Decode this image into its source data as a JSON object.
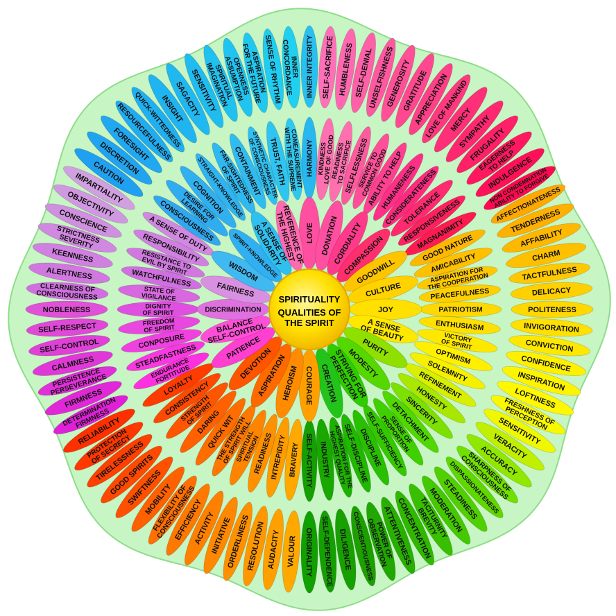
{
  "center": {
    "line1": "SPIRITUALITY",
    "line2": "QUALITIES OF",
    "line3": "THE SPIRIT"
  },
  "colors": {
    "background": "#c8f5c4",
    "center": "#fde300",
    "border": "#7fd67a"
  },
  "rings": {
    "inner": [
      {
        "label": "LOVE",
        "color": "#ff4fa0"
      },
      {
        "label": "DONATION",
        "color": "#ff4fa0"
      },
      {
        "label": "CORDIALITY",
        "color": "#ff3a8a"
      },
      {
        "label": "COMPASSION",
        "color": "#ff2f6e"
      },
      {
        "label": "GOODWILL",
        "color": "#ffc400"
      },
      {
        "label": "CULTURE",
        "color": "#ffd200"
      },
      {
        "label": "JOY",
        "color": "#ffe000"
      },
      {
        "label": "A SENSE OF BEAUTY",
        "color": "#ffe800"
      },
      {
        "label": "PURITY",
        "color": "#8fe000"
      },
      {
        "label": "MODESTY",
        "color": "#55d800"
      },
      {
        "label": "STRIVING FOR PERFECTION",
        "color": "#2ecc00"
      },
      {
        "label": "CREATION",
        "color": "#22c41a"
      },
      {
        "label": "COURAGE",
        "color": "#ffa000"
      },
      {
        "label": "HEROISM",
        "color": "#ff8c00"
      },
      {
        "label": "ASPIRATION",
        "color": "#ff6a00"
      },
      {
        "label": "DEVOTION",
        "color": "#ff5500"
      },
      {
        "label": "PATIENCE",
        "color": "#ff3fd0"
      },
      {
        "label": "BALANCE SELF-CONTROL",
        "color": "#ff4fd8"
      },
      {
        "label": "DISCRIMINATION",
        "color": "#e070e0"
      },
      {
        "label": "FAIRNESS",
        "color": "#d890e0"
      },
      {
        "label": "WISDOM",
        "color": "#40b8f0"
      },
      {
        "label": "SPIRIT-KNOWLEDGE",
        "color": "#30b0f0"
      },
      {
        "label": "A SENSE OF SOLIDARITY",
        "color": "#30c0f0"
      },
      {
        "label": "REVERENCE OF THE HIGHEST",
        "color": "#ff6ab0"
      }
    ],
    "middle": [
      {
        "label": "HARMONY",
        "color": "#28b8f0"
      },
      {
        "label": "KINDNESS LOVE OF GOOD",
        "color": "#ff70b0"
      },
      {
        "label": "READINESS TO SACRIFICE",
        "color": "#ff70b0"
      },
      {
        "label": "SELFLESSNESS",
        "color": "#ff5aa0"
      },
      {
        "label": "SERVICE TO COMMON GOOD",
        "color": "#ff4f98"
      },
      {
        "label": "ABILITY TO HELP",
        "color": "#ff3f90"
      },
      {
        "label": "HUMANENESS",
        "color": "#ff2f88"
      },
      {
        "label": "CONSIDERATENESS",
        "color": "#ff2a80"
      },
      {
        "label": "TOLERANCE",
        "color": "#ff2a70"
      },
      {
        "label": "RESPONSIVENESS",
        "color": "#ff2060"
      },
      {
        "label": "MAGNANIMITY",
        "color": "#ff1a50"
      },
      {
        "label": "GOOD NATURE",
        "color": "#ffb800"
      },
      {
        "label": "AMICABILITY",
        "color": "#ffc000"
      },
      {
        "label": "ASPIRATION FOR THE COOPERATION",
        "color": "#ffc800"
      },
      {
        "label": "PEACEFULNESS",
        "color": "#ffd000"
      },
      {
        "label": "PATRIOTISM",
        "color": "#ffd800"
      },
      {
        "label": "ENTHUSIASM",
        "color": "#ffe000"
      },
      {
        "label": "VICTORY OF SPIRIT",
        "color": "#ffe800"
      },
      {
        "label": "OPTIMISM",
        "color": "#fff000"
      },
      {
        "label": "SOLEMNITY",
        "color": "#f4f000"
      },
      {
        "label": "REFINEMENT",
        "color": "#d8f000"
      },
      {
        "label": "HONESTY",
        "color": "#a8e800"
      },
      {
        "label": "SINCERITY",
        "color": "#7ce000"
      },
      {
        "label": "DETACHMENT",
        "color": "#50d800"
      },
      {
        "label": "SENSE OF PROPORTION",
        "color": "#40d000"
      },
      {
        "label": "SELF-SUFFICIENCY",
        "color": "#34c800"
      },
      {
        "label": "DISCIPLINE",
        "color": "#28c000"
      },
      {
        "label": "SELF-DISCIPLINE",
        "color": "#20b800"
      },
      {
        "label": "ASPIRATION FOR THE HIGHEST QUALITY",
        "color": "#1cb000"
      },
      {
        "label": "INDUSTRY",
        "color": "#18a800"
      },
      {
        "label": "SELF-ACTIVITY",
        "color": "#14a000"
      },
      {
        "label": "BRAVERY",
        "color": "#ffa800"
      },
      {
        "label": "INTREPIDITY",
        "color": "#ff9c00"
      },
      {
        "label": "READINESS",
        "color": "#ff9000"
      },
      {
        "label": "SPIRITUAL TENSION",
        "color": "#ff8400"
      },
      {
        "label": "THE STRENGTH OF SPIRIT WILL",
        "color": "#ff7800"
      },
      {
        "label": "QUICK WIT",
        "color": "#ff6c00"
      },
      {
        "label": "DARING",
        "color": "#ff6000"
      },
      {
        "label": "STRENGTH OF SPIRIT",
        "color": "#ff5400"
      },
      {
        "label": "CONSISTENCY",
        "color": "#ff4800"
      },
      {
        "label": "LOYALTY",
        "color": "#ff3c00"
      },
      {
        "label": "ENDURANCE FORTITUDE",
        "color": "#ff30e0"
      },
      {
        "label": "STEADFASTNESS",
        "color": "#f838e0"
      },
      {
        "label": "CONPOSURE",
        "color": "#f040e0"
      },
      {
        "label": "FREEDOM OF SPIRIT",
        "color": "#e848e0"
      },
      {
        "label": "DIGNITY OF SPIRIT",
        "color": "#e050e0"
      },
      {
        "label": "STATE OF VIGILANCE",
        "color": "#d868e0"
      },
      {
        "label": "WATCHFULNESS",
        "color": "#d070e0"
      },
      {
        "label": "RESISTANCE TO EVIL BY SPIRIT",
        "color": "#d078e0"
      },
      {
        "label": "RESPONSIBILITY",
        "color": "#d080e0"
      },
      {
        "label": "A SENSE OF DUTY",
        "color": "#d088e0"
      },
      {
        "label": "CONSCIOUSNESS",
        "color": "#30a8f0"
      },
      {
        "label": "DESIRE FOR LEARNING",
        "color": "#30acf0"
      },
      {
        "label": "COGNITION",
        "color": "#30b0f0"
      },
      {
        "label": "STRAIGHT-KNOWLEDGE",
        "color": "#30b4f0"
      },
      {
        "label": "FAR-SIGHTEDNESS OF SPIRIT",
        "color": "#30b8f0"
      },
      {
        "label": "CONTAINMENT",
        "color": "#30bcf0"
      },
      {
        "label": "SYNTHETIC CHARACTER OF CONSCIOUSNESS",
        "color": "#30c0f0"
      },
      {
        "label": "TRUST, FAITH",
        "color": "#30c4f0"
      },
      {
        "label": "COMEASUREMENT WITH THE SUPREME",
        "color": "#30c8f0"
      }
    ],
    "outer": [
      {
        "label": "INNER INTEGRITY",
        "color": "#28c0f0"
      },
      {
        "label": "SELF-SACRIFICE",
        "color": "#ff70b8"
      },
      {
        "label": "HUMBLENESS",
        "color": "#ff68b0"
      },
      {
        "label": "SELF-DENIAL",
        "color": "#ff60a8"
      },
      {
        "label": "UNSELFISHNESS",
        "color": "#ff58a0"
      },
      {
        "label": "GENEROSITY",
        "color": "#ff5098"
      },
      {
        "label": "GRATITUDE",
        "color": "#ff4890"
      },
      {
        "label": "APPRECIATION",
        "color": "#ff4088"
      },
      {
        "label": "LOVE OF MANKIND",
        "color": "#ff3880"
      },
      {
        "label": "MERCY",
        "color": "#ff3078"
      },
      {
        "label": "SYMPATHY",
        "color": "#ff2870"
      },
      {
        "label": "FRUGALITY",
        "color": "#ff2068"
      },
      {
        "label": "EAGERNESS TO HELP",
        "color": "#ff1860"
      },
      {
        "label": "INDULGENCE",
        "color": "#ff1058"
      },
      {
        "label": "NON CONDEMNATION ABILITY TO FORGIVE",
        "color": "#ff0850"
      },
      {
        "label": "AFFECTIONATENESS",
        "color": "#ffa800"
      },
      {
        "label": "TENDERNESS",
        "color": "#ffb000"
      },
      {
        "label": "AFFABILITY",
        "color": "#ffb800"
      },
      {
        "label": "CHARM",
        "color": "#ffc000"
      },
      {
        "label": "TACTFULNESS",
        "color": "#ffc800"
      },
      {
        "label": "DELICACY",
        "color": "#ffd000"
      },
      {
        "label": "POLITENESS",
        "color": "#ffd800"
      },
      {
        "label": "INVIGORATION",
        "color": "#ffe000"
      },
      {
        "label": "CONVICTION",
        "color": "#ffe800"
      },
      {
        "label": "CONFIDENCE",
        "color": "#fff000"
      },
      {
        "label": "INSPIRATION",
        "color": "#fff400"
      },
      {
        "label": "LOFTINESS",
        "color": "#fff800"
      },
      {
        "label": "FRESHNESS OF PERCEPTION",
        "color": "#f8f800"
      },
      {
        "label": "SENSITIVITY",
        "color": "#f0f800"
      },
      {
        "label": "VERACITY",
        "color": "#c0f000"
      },
      {
        "label": "ACCURACY",
        "color": "#90e800"
      },
      {
        "label": "SHARPNESS OF CONSCIOUSNESS",
        "color": "#70e000"
      },
      {
        "label": "DISPASSIONATENESS",
        "color": "#60d800"
      },
      {
        "label": "STEADINESS",
        "color": "#50d000"
      },
      {
        "label": "MODERATION",
        "color": "#44c800"
      },
      {
        "label": "TACITURNITY BREVITY",
        "color": "#38c000"
      },
      {
        "label": "CONCENTRATION",
        "color": "#30b800"
      },
      {
        "label": "ATTENTIVENESS",
        "color": "#28b000"
      },
      {
        "label": "POWER OF OBSERVATION",
        "color": "#20a800"
      },
      {
        "label": "CONSCIENTIOUSNESS",
        "color": "#1ca000"
      },
      {
        "label": "DILIGENCE",
        "color": "#18a000"
      },
      {
        "label": "SELF-DEPENDENCE",
        "color": "#14a000"
      },
      {
        "label": "ORIGINALITY",
        "color": "#10a000"
      },
      {
        "label": "VALOUR",
        "color": "#ffa800"
      },
      {
        "label": "AUDACITY",
        "color": "#ffa000"
      },
      {
        "label": "RESOLUTION",
        "color": "#ff9800"
      },
      {
        "label": "ORDERLINESS",
        "color": "#ff9000"
      },
      {
        "label": "INITIATIVE",
        "color": "#ff8800"
      },
      {
        "label": "ACTIVITY",
        "color": "#ff8000"
      },
      {
        "label": "EFFICIENCY",
        "color": "#ff7800"
      },
      {
        "label": "FLEXIBILITY OF CONSCIOUSNESS",
        "color": "#ff7000"
      },
      {
        "label": "MOBILITY",
        "color": "#ff6000"
      },
      {
        "label": "SWIFTNESS",
        "color": "#ff5000"
      },
      {
        "label": "GOOD SPIRITS",
        "color": "#ff4800"
      },
      {
        "label": "TIRELESSNESS",
        "color": "#ff4000"
      },
      {
        "label": "PROTECTION OF SECRECY",
        "color": "#ff3800"
      },
      {
        "label": "RELIABILITY",
        "color": "#ff3000"
      },
      {
        "label": "DETERMINATION FIRMNESS",
        "color": "#e020d8"
      },
      {
        "label": "FIRMNESS",
        "color": "#e028d8"
      },
      {
        "label": "PERSISTENCE PERSEVERANCE",
        "color": "#e030d8"
      },
      {
        "label": "CALMNESS",
        "color": "#e038d8"
      },
      {
        "label": "SELF-CONTROL",
        "color": "#e040d8"
      },
      {
        "label": "SELF-RESPECT",
        "color": "#e048d8"
      },
      {
        "label": "NOBLENESS",
        "color": "#e050d8"
      },
      {
        "label": "CLEARNESS OF CONSCIOUSNESS",
        "color": "#d070e0"
      },
      {
        "label": "ALERTNESS",
        "color": "#d078e0"
      },
      {
        "label": "KEENNESS",
        "color": "#d080e0"
      },
      {
        "label": "STRICTNESS SEVERITY",
        "color": "#d088e0"
      },
      {
        "label": "CONSCIENCE",
        "color": "#d090e0"
      },
      {
        "label": "OBJECTIVITY",
        "color": "#d098e0"
      },
      {
        "label": "IMPARTIALITY",
        "color": "#d0a0e0"
      },
      {
        "label": "CAUTION",
        "color": "#20a0f0"
      },
      {
        "label": "DISCRETION",
        "color": "#20a4f0"
      },
      {
        "label": "FORESIGHT",
        "color": "#20a8f0"
      },
      {
        "label": "RESOURCEFULNESS",
        "color": "#20acf0"
      },
      {
        "label": "QUICK-WITTEDNESS",
        "color": "#20b0f0"
      },
      {
        "label": "INSIGHT",
        "color": "#20b4f0"
      },
      {
        "label": "SAGACITY",
        "color": "#20b8f0"
      },
      {
        "label": "SENSITIVITY",
        "color": "#20bcf0"
      },
      {
        "label": "SPIRITUAL IMAGINATION",
        "color": "#20c0f0"
      },
      {
        "label": "OPENNESS ASSUMPTION",
        "color": "#20c4f0"
      },
      {
        "label": "ASPIRATION FOR THE FUTURE",
        "color": "#20c8f0"
      },
      {
        "label": "SENSE OF RHYTHM",
        "color": "#20ccf0"
      },
      {
        "label": "INNER CONCORDANCE",
        "color": "#20d0f0"
      }
    ]
  }
}
